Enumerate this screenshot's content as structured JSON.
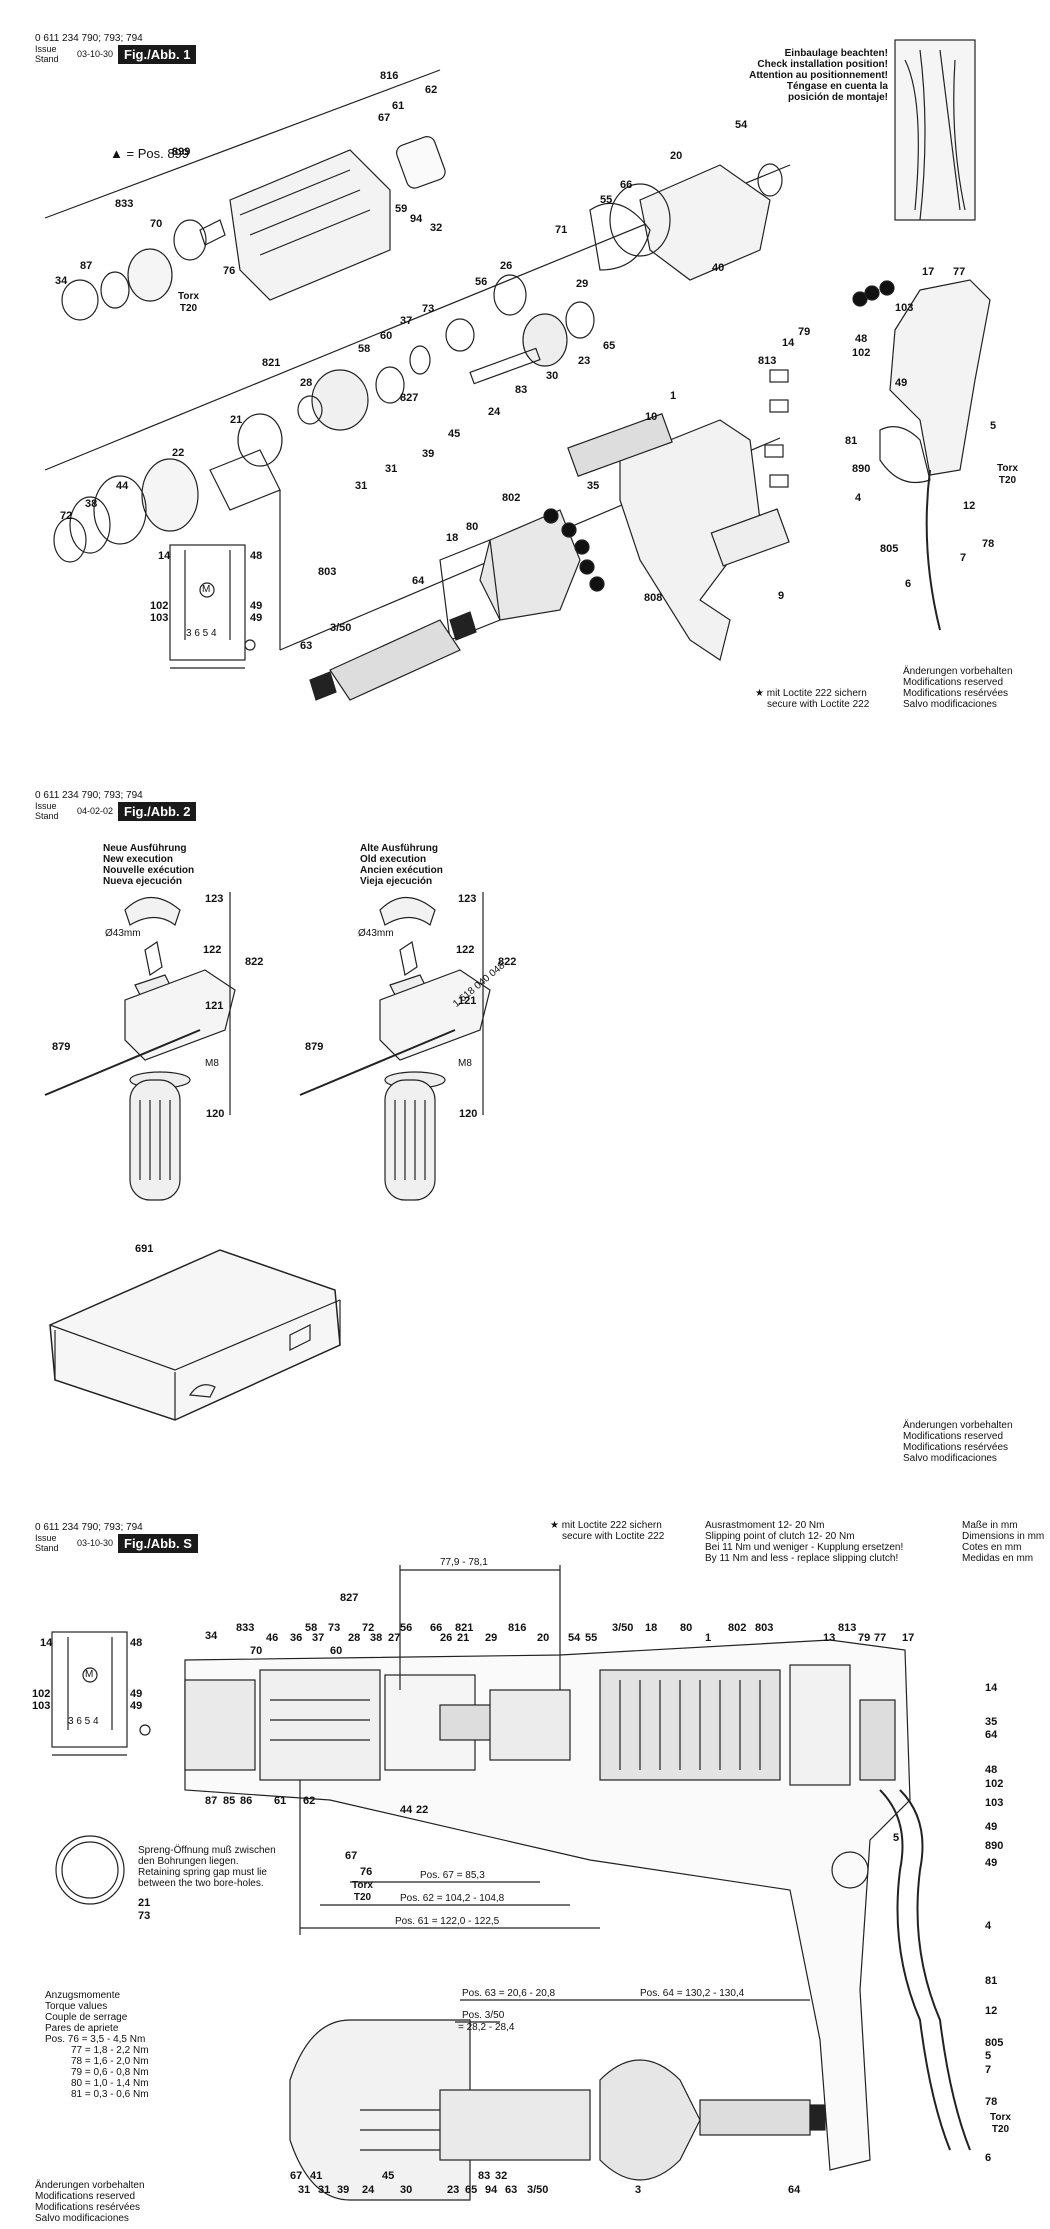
{
  "fig1": {
    "part_no": "0 611 234 790; 793; 794",
    "issue_label": "Issue",
    "stand_label": "Stand",
    "date": "03-10-30",
    "fig_label": "Fig./Abb. 1",
    "pos_note": "= Pos. 899",
    "install_note": [
      "Einbaulage beachten!",
      "Check installation position!",
      "Attention au positionnement!",
      "Téngase en cuenta la",
      "posición de montaje!"
    ],
    "loctite": [
      "★ mit Loctite 222 sichern",
      "secure with Loctite 222"
    ],
    "modifications": [
      "Änderungen vorbehalten",
      "Modifications reserved",
      "Modifications resérvées",
      "Salvo modificaciones"
    ],
    "torx": [
      "Torx",
      "T20"
    ],
    "labels": [
      "816",
      "61",
      "62",
      "67",
      "20",
      "54",
      "66",
      "55",
      "59",
      "94",
      "32",
      "71",
      "899",
      "833",
      "70",
      "87",
      "34",
      "76",
      "26",
      "29",
      "40",
      "56",
      "73",
      "37",
      "60",
      "58",
      "821",
      "28",
      "827",
      "30",
      "65",
      "23",
      "83",
      "24",
      "21",
      "45",
      "39",
      "31",
      "31",
      "22",
      "44",
      "72",
      "38",
      "813",
      "79",
      "14",
      "48",
      "102",
      "103",
      "49",
      "1",
      "10",
      "35",
      "802",
      "80",
      "18",
      "803",
      "64",
      "3/50",
      "63",
      "9",
      "808",
      "12",
      "890",
      "81",
      "4",
      "805",
      "7",
      "78",
      "6",
      "17",
      "77",
      "5"
    ],
    "wiring": [
      "14",
      "48",
      "102",
      "103",
      "49",
      "49",
      "3 6 5 4",
      "M"
    ]
  },
  "fig2": {
    "part_no": "0 611 234 790; 793; 794",
    "issue_label": "Issue",
    "stand_label": "Stand",
    "date": "04-02-02",
    "fig_label": "Fig./Abb. 2",
    "new_exec": [
      "Neue Ausführung",
      "New execution",
      "Nouvelle exécution",
      "Nueva ejecución"
    ],
    "old_exec": [
      "Alte Ausführung",
      "Old execution",
      "Ancien exécution",
      "Vieja ejecución"
    ],
    "labels_new": [
      "123",
      "122",
      "822",
      "121",
      "879",
      "M8",
      "120",
      "Ø43mm"
    ],
    "labels_old": [
      "123",
      "122",
      "822",
      "121",
      "879",
      "M8",
      "120",
      "Ø43mm",
      "1 618 040 048"
    ],
    "case_label": "691",
    "modifications": [
      "Änderungen vorbehalten",
      "Modifications reserved",
      "Modifications resérvées",
      "Salvo modificaciones"
    ]
  },
  "figs": {
    "part_no": "0 611 234 790; 793; 794",
    "issue_label": "Issue",
    "stand_label": "Stand",
    "date": "03-10-30",
    "fig_label": "Fig./Abb. S",
    "loctite": [
      "★ mit Loctite 222 sichern",
      "secure with Loctite 222"
    ],
    "clutch": [
      "Ausrastmoment 12- 20 Nm",
      "Slipping point of clutch 12- 20 Nm",
      "Bei 11 Nm und weniger - Kupplung ersetzen!",
      "By 11 Nm and less - replace slipping clutch!"
    ],
    "dims": [
      "Maße in mm",
      "Dimensions in mm",
      "Cotes en mm",
      "Medidas en mm"
    ],
    "spring": [
      "Spreng-Öffnung muß zwischen",
      "den Bohrungen liegen.",
      "Retaining spring gap must lie",
      "between the two bore-holes."
    ],
    "torque_title": [
      "Anzugsmomente",
      "Torque values",
      "Couple de serrage",
      "Pares de apriete"
    ],
    "torque_values": [
      "Pos. 76 = 3,5 - 4,5 Nm",
      "77 = 1,8 - 2,2 Nm",
      "78 = 1,6 - 2,0 Nm",
      "79 = 0,6 - 0,8 Nm",
      "80 = 1,0 - 1,4 Nm",
      "81 = 0,3 - 0,6 Nm"
    ],
    "modifications": [
      "Änderungen vorbehalten",
      "Modifications reserved",
      "Modifications resérvées",
      "Salvo modificaciones"
    ],
    "measure_77": "77,9 - 78,1",
    "measure_67": "Pos. 67 = 85,3",
    "measure_62": "Pos. 62 = 104,2 - 104,8",
    "measure_61": "Pos. 61 = 122,0 - 122,5",
    "measure_63": "Pos. 63 = 20,6 - 20,8",
    "measure_350": "Pos. 3/50",
    "measure_350b": "= 28,2 - 28,4",
    "measure_64": "Pos. 64 = 130,2 - 130,4",
    "torx": [
      "Torx",
      "T20"
    ],
    "top_labels": [
      "827",
      "34",
      "833",
      "46",
      "70",
      "58",
      "36",
      "37",
      "73",
      "60",
      "72",
      "28",
      "38",
      "27",
      "56",
      "66",
      "26",
      "821",
      "21",
      "29",
      "816",
      "20",
      "54",
      "55",
      "3/50",
      "18",
      "80",
      "1",
      "802",
      "803",
      "813",
      "13",
      "79",
      "77",
      "17"
    ],
    "right_labels": [
      "14",
      "35",
      "64",
      "48",
      "102",
      "103",
      "49",
      "5",
      "890",
      "49",
      "4",
      "81",
      "12",
      "805",
      "5",
      "7",
      "78",
      "6"
    ],
    "bottom_labels": [
      "87",
      "85",
      "86",
      "61",
      "62",
      "44",
      "22",
      "67",
      "76",
      "21",
      "73"
    ],
    "lower_labels": [
      "67",
      "41",
      "31",
      "31",
      "39",
      "24",
      "45",
      "30",
      "23",
      "65",
      "83",
      "32",
      "94",
      "63",
      "3/50",
      "3",
      "64"
    ],
    "wiring": [
      "14",
      "48",
      "102",
      "103",
      "49",
      "49",
      "3 6 5 4",
      "M"
    ]
  }
}
